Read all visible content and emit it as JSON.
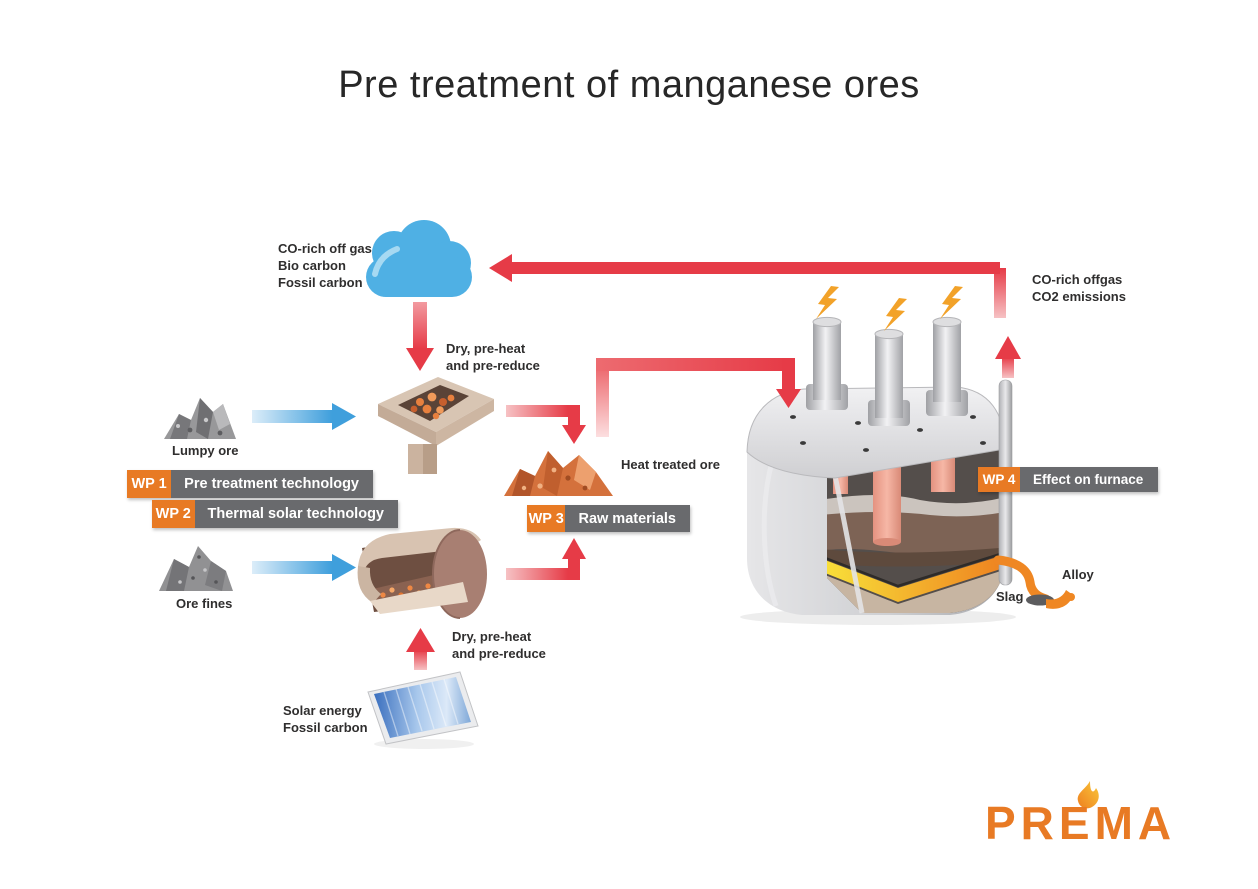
{
  "title": "Pre treatment of manganese ores",
  "cloud": {
    "lines": [
      "CO-rich off gas",
      "Bio carbon",
      "Fossil carbon"
    ]
  },
  "labels": {
    "dry_preheat_top": [
      "Dry, pre-heat",
      "and pre-reduce"
    ],
    "dry_preheat_bottom": [
      "Dry, pre-heat",
      "and pre-reduce"
    ],
    "lumpy_ore": "Lumpy ore",
    "ore_fines": "Ore fines",
    "heat_treated_ore": "Heat treated ore",
    "offgas": [
      "CO-rich offgas",
      "CO2 emissions"
    ],
    "solar": [
      "Solar energy",
      "Fossil carbon"
    ],
    "slag": "Slag",
    "alloy": "Alloy"
  },
  "work_packages": [
    {
      "id": "WP 1",
      "label": "Pre treatment technology"
    },
    {
      "id": "WP 2",
      "label": "Thermal solar technology"
    },
    {
      "id": "WP 3",
      "label": "Raw materials"
    },
    {
      "id": "WP 4",
      "label": "Effect on furnace"
    }
  ],
  "logo": {
    "text": "PREMA"
  },
  "colors": {
    "arrow_red": "#e63b47",
    "arrow_blue": "#3f9fdc",
    "wp_badge_orange": "#e87a24",
    "wp_bar_gray": "#696a6d",
    "cloud_blue": "#4fb0e4",
    "molten_orange": "#ef8723",
    "electricity_yellow": "#f2a229",
    "logo_orange": "#e87a24"
  }
}
